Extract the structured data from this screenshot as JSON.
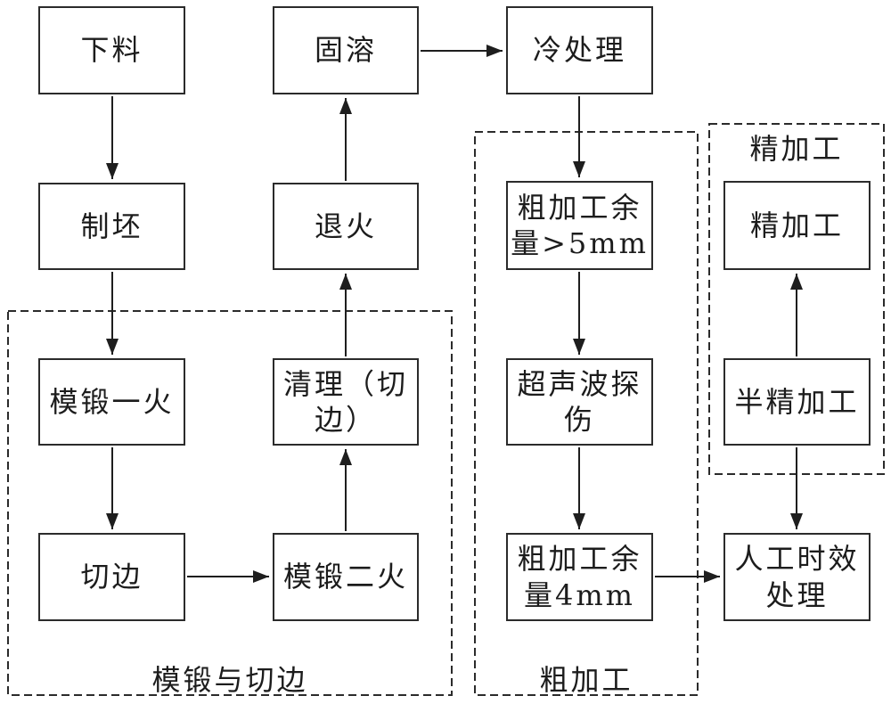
{
  "colors": {
    "line": "#2b2b2b",
    "text": "#1c1c1c",
    "background": "#ffffff"
  },
  "boxes": {
    "blanking": {
      "lines": [
        "下料"
      ]
    },
    "solution": {
      "lines": [
        "固溶"
      ]
    },
    "cold_treatment": {
      "lines": [
        "冷处理"
      ]
    },
    "billet": {
      "lines": [
        "制坯"
      ]
    },
    "anneal": {
      "lines": [
        "退火"
      ]
    },
    "rough_allowance_gt5mm": {
      "lines": [
        "粗加工余",
        "量>5mm"
      ]
    },
    "finish_machining": {
      "lines": [
        "精加工"
      ]
    },
    "die_forge_first": {
      "lines": [
        "模锻一火"
      ]
    },
    "clean_trim": {
      "lines": [
        "清理（切",
        "边）"
      ]
    },
    "ultrasonic_test": {
      "lines": [
        "超声波探",
        "伤"
      ]
    },
    "semi_finish": {
      "lines": [
        "半精加工"
      ]
    },
    "trim": {
      "lines": [
        "切边"
      ]
    },
    "die_forge_second": {
      "lines": [
        "模锻二火"
      ]
    },
    "rough_allowance_4mm": {
      "lines": [
        "粗加工余",
        "量4mm"
      ]
    },
    "artificial_aging": {
      "lines": [
        "人工时效",
        "处理"
      ]
    }
  },
  "groups": {
    "forge_and_trim": {
      "label": "模锻与切边"
    },
    "rough_machining": {
      "label": "粗加工"
    },
    "finish_group": {
      "label": "精加工"
    }
  },
  "edges": [
    {
      "from": "blanking",
      "to": "billet"
    },
    {
      "from": "billet",
      "to": "die_forge_first"
    },
    {
      "from": "die_forge_first",
      "to": "trim"
    },
    {
      "from": "trim",
      "to": "die_forge_second"
    },
    {
      "from": "die_forge_second",
      "to": "clean_trim"
    },
    {
      "from": "clean_trim",
      "to": "anneal"
    },
    {
      "from": "anneal",
      "to": "solution"
    },
    {
      "from": "solution",
      "to": "cold_treatment"
    },
    {
      "from": "cold_treatment",
      "to": "rough_allowance_gt5mm"
    },
    {
      "from": "rough_allowance_gt5mm",
      "to": "ultrasonic_test"
    },
    {
      "from": "ultrasonic_test",
      "to": "rough_allowance_4mm"
    },
    {
      "from": "rough_allowance_4mm",
      "to": "artificial_aging"
    },
    {
      "from": "semi_finish",
      "to": "artificial_aging"
    },
    {
      "from": "semi_finish",
      "to": "finish_machining"
    }
  ]
}
